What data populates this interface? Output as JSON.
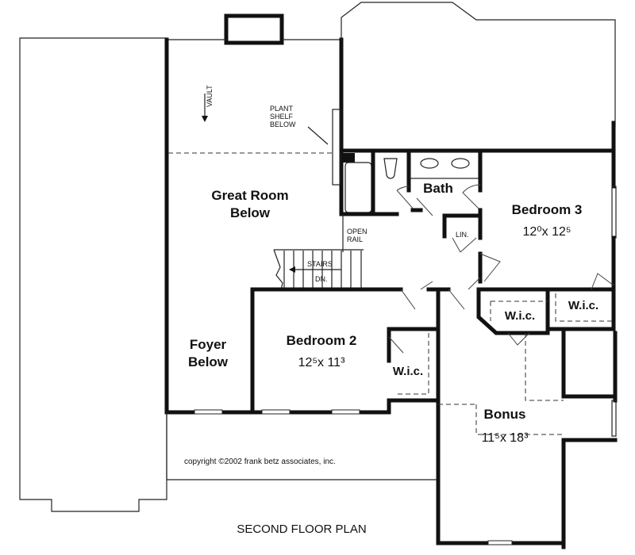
{
  "plan": {
    "title": "SECOND FLOOR PLAN",
    "copyright": "copyright ©2002 frank betz associates, inc.",
    "annotations": {
      "vault": "VAULT",
      "plant_shelf": [
        "PLANT",
        "SHELF",
        "BELOW"
      ],
      "open_rail": [
        "OPEN",
        "RAIL"
      ],
      "stairs": "STAIRS",
      "down": "DN.",
      "linen": "LIN."
    },
    "rooms": [
      {
        "name": "Great Room",
        "sub": "Below"
      },
      {
        "name": "Foyer",
        "sub": "Below"
      },
      {
        "name": "Bath"
      },
      {
        "name": "Bedroom 3",
        "dims": "12⁰x 12⁵"
      },
      {
        "name": "Bedroom 2",
        "dims": "12⁵x 11³"
      },
      {
        "name": "Bonus",
        "dims": "11⁵x 18³"
      },
      {
        "name": "W.i.c."
      },
      {
        "name": "W.i.c."
      },
      {
        "name": "W.i.c."
      }
    ]
  }
}
